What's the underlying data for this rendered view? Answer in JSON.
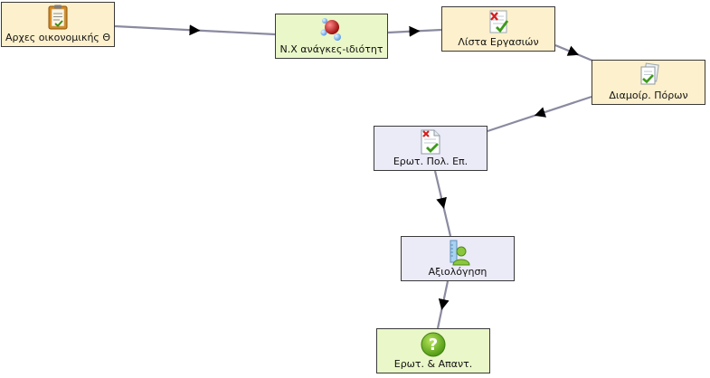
{
  "colors": {
    "module": "#fdf0cc",
    "resource": "#eaf7c8",
    "activity": "#ebeaf7",
    "edge": "#8a8aa0",
    "arrow": "#000000"
  },
  "nodes": [
    {
      "id": "n1",
      "label": "Αρχες οικονομικής Θ",
      "kind": "module",
      "icon": "notepad-icon"
    },
    {
      "id": "n2",
      "label": "N.X ανάγκες-ιδιότητ",
      "kind": "resource",
      "icon": "molecule-icon"
    },
    {
      "id": "n3",
      "label": "Λίστα Εργασιών",
      "kind": "module",
      "icon": "task-list-icon"
    },
    {
      "id": "n4",
      "label": "Διαμοίρ. Πόρων",
      "kind": "module",
      "icon": "shared-resources-icon"
    },
    {
      "id": "n5",
      "label": "Ερωτ. Πολ. Επ.",
      "kind": "activity",
      "icon": "quiz-icon"
    },
    {
      "id": "n6",
      "label": "Αξιολόγηση",
      "kind": "activity",
      "icon": "assessment-icon"
    },
    {
      "id": "n7",
      "label": "Ερωτ. & Απαντ.",
      "kind": "resource",
      "icon": "question-icon"
    }
  ],
  "edges": [
    {
      "from": "n1",
      "to": "n2"
    },
    {
      "from": "n2",
      "to": "n3"
    },
    {
      "from": "n3",
      "to": "n4"
    },
    {
      "from": "n4",
      "to": "n5"
    },
    {
      "from": "n5",
      "to": "n6"
    },
    {
      "from": "n6",
      "to": "n7"
    }
  ]
}
